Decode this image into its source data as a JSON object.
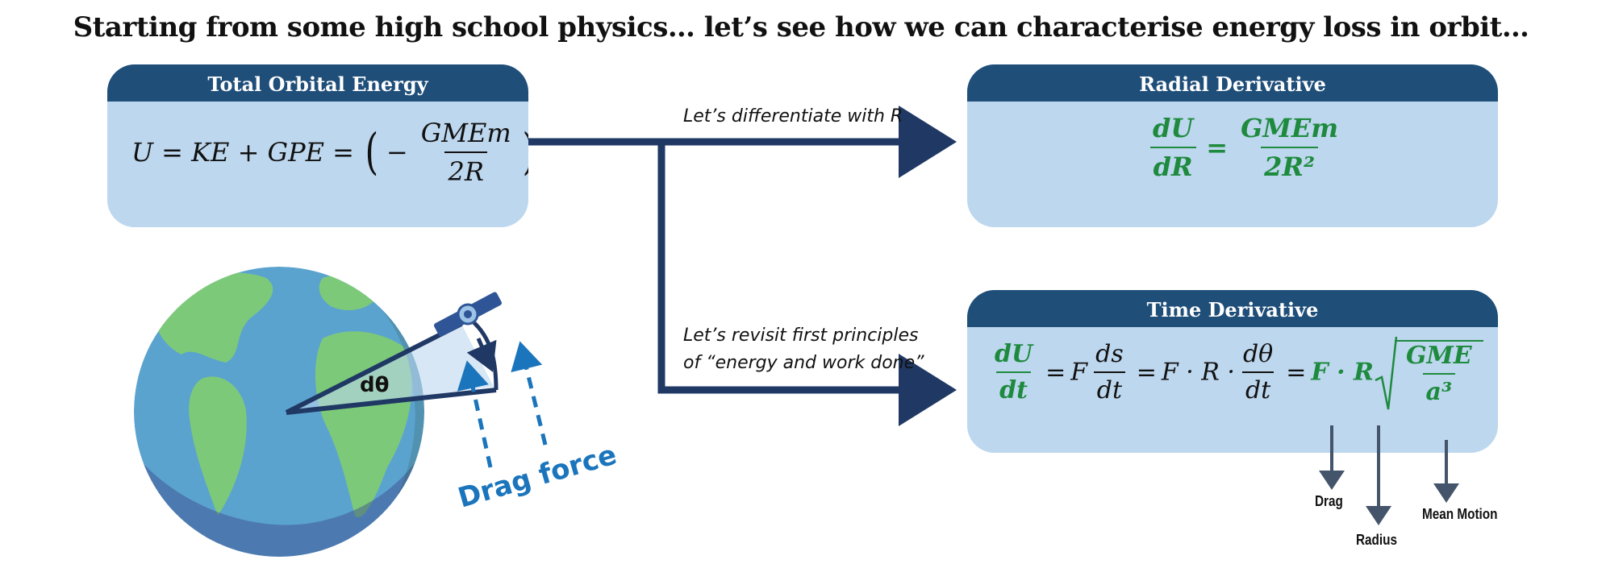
{
  "title": "Starting from some high school physics… let’s see how we can characterise energy loss in orbit…",
  "cards": {
    "total": {
      "header": "Total Orbital Energy",
      "lhs": "U = KE + GPE =",
      "num": "GMEm",
      "den": "2R"
    },
    "radial": {
      "header": "Radial Derivative",
      "lhs_num": "dU",
      "lhs_den": "dR",
      "rhs_num": "GMEm",
      "rhs_den": "2R²"
    },
    "time": {
      "header": "Time Derivative",
      "f1_num": "dU",
      "f1_den": "dt",
      "f2_num": "ds",
      "f2_den": "dt",
      "f3_num": "dθ",
      "f3_den": "dt",
      "result_prefix": "F · R",
      "sqrt_num": "GME",
      "sqrt_den": "a³"
    }
  },
  "arrows": {
    "to_radial": "Let’s differentiate with R",
    "to_time_line1": "Let’s revisit first principles",
    "to_time_line2": "of “energy and work done”"
  },
  "annotations": {
    "drag": "Drag",
    "radius": "Radius",
    "mean_motion": "Mean Motion"
  },
  "illustration": {
    "angle_label": "dθ",
    "force_label": "Drag force"
  },
  "colors": {
    "header": "#1f4e79",
    "card": "#bdd7ee",
    "connector": "#1f3864",
    "green": "#1e8a3e",
    "drag_blue": "#1b75bc",
    "earth_ocean": "#5ba3cf",
    "earth_land": "#7dc97a"
  }
}
